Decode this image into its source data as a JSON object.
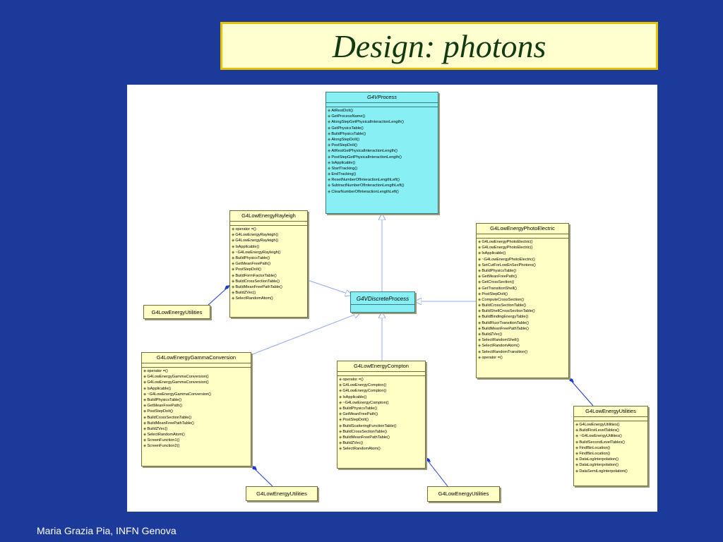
{
  "slide": {
    "title": "Design: photons",
    "footer": "Maria Grazia Pia, INFN Genova"
  },
  "classes": {
    "vprocess": {
      "name": "G4VProcess",
      "ops": [
        "AtRestDoIt()",
        "GetProcessName()",
        "AlongStepGetPhysicalInteractionLength()",
        "GetPhysicsTable()",
        "BuildPhysicsTable()",
        "AlongStepDoIt()",
        "PostStepDoIt()",
        "AtRestGetPhysicalInteractionLength()",
        "PostStepGetPhysicalInteractionLength()",
        "IsApplicable()",
        "StartTracking()",
        "EndTracking()",
        "ResetNumberOfInteractionLengthLeft()",
        "SubtractNumberOfInteractionLengthLeft()",
        "ClearNumberOfInteractionLengthLeft()"
      ]
    },
    "vdiscrete": {
      "name": "G4VDiscreteProcess"
    },
    "rayleigh": {
      "name": "G4LowEnergyRayleigh",
      "ops": [
        "operator =()",
        "G4LowEnergyRayleigh()",
        "G4LowEnergyRayleigh()",
        "IsApplicable()",
        "~G4LowEnergyRayleigh()",
        "BuildPhysicsTable()",
        "GetMeanFreePath()",
        "PostStepDoIt()",
        "BuildFormFactorTable()",
        "BuildCrossSectionTable()",
        "BuildMeanFreePathTable()",
        "BuildZVec()",
        "SelectRandomAtom()"
      ]
    },
    "photo": {
      "name": "G4LowEnergyPhotoElectric",
      "ops": [
        "G4LowEnergyPhotoElectric()",
        "G4LowEnergyPhotoElectric()",
        "IsApplicable()",
        "~G4LowEnergyPhotoElectric()",
        "SetCutForLowEnSecPhotons()",
        "BuildPhysicsTable()",
        "GetMeanFreePath()",
        "GetCrossSection()",
        "GetTransitionShell()",
        "PostStepDoIt()",
        "ComputeCrossSection()",
        "BuildCrossSectionTable()",
        "BuildShellCrossSectionTable()",
        "BuildBindingEnergyTable()",
        "BuildFluorTransitionTable()",
        "BuildMeanFreePathTable()",
        "BuildZVec()",
        "SelectRandomShell()",
        "SelectRandomAtom()",
        "SelectRandomTransition()",
        "operator =()"
      ]
    },
    "gamma": {
      "name": "G4LowEnergyGammaConversion",
      "ops": [
        "operator =()",
        "G4LowEnergyGammaConversion()",
        "G4LowEnergyGammaConversion()",
        "IsApplicable()",
        "~G4LowEnergyGammaConversion()",
        "BuildPhysicsTable()",
        "GetMeanFreePath()",
        "PostStepDoIt()",
        "BuildCrossSectionTable()",
        "BuildMeanFreePathTable()",
        "BuildZVec()",
        "SelectRandomAtom()",
        "ScreenFunction1()",
        "ScreenFunction2()"
      ]
    },
    "compton": {
      "name": "G4LowEnergyCompton",
      "ops": [
        "operator =()",
        "G4LowEnergyCompton()",
        "G4LowEnergyCompton()",
        "IsApplicable()",
        "~G4LowEnergyCompton()",
        "BuildPhysicsTable()",
        "GetMeanFreePath()",
        "PostStepDoIt()",
        "BuildScatteringFunctionTable()",
        "BuildCrossSectionTable()",
        "BuildMeanFreePathTable()",
        "BuildZVec()",
        "SelectRandomAtom()"
      ]
    },
    "utils_full": {
      "name": "G4LowEnergyUtilities",
      "ops": [
        "G4LowEnergyUtilities()",
        "BuildFirstLevelTables()",
        "~G4LowEnergyUtilities()",
        "BuildSecondLevelTables()",
        "FindBinLocation()",
        "FindBinLocation()",
        "DataLogInterpolation()",
        "DataLogInterpolation()",
        "DataSemiLogInterpolation()"
      ]
    },
    "utils_a": {
      "name": "G4LowEnergyUtilities"
    },
    "utils_b": {
      "name": "G4LowEnergyUtilities"
    },
    "utils_c": {
      "name": "G4LowEnergyUtilities"
    }
  },
  "icons": {
    "operation": "operation-icon"
  },
  "colors": {
    "background": "#1c3a9a",
    "class_fill": "#ffffc6",
    "abstract_fill": "#88f0f4",
    "title_border": "#e8c200",
    "connector": "#8fa8e8",
    "diamond": "#1a3ad0"
  }
}
